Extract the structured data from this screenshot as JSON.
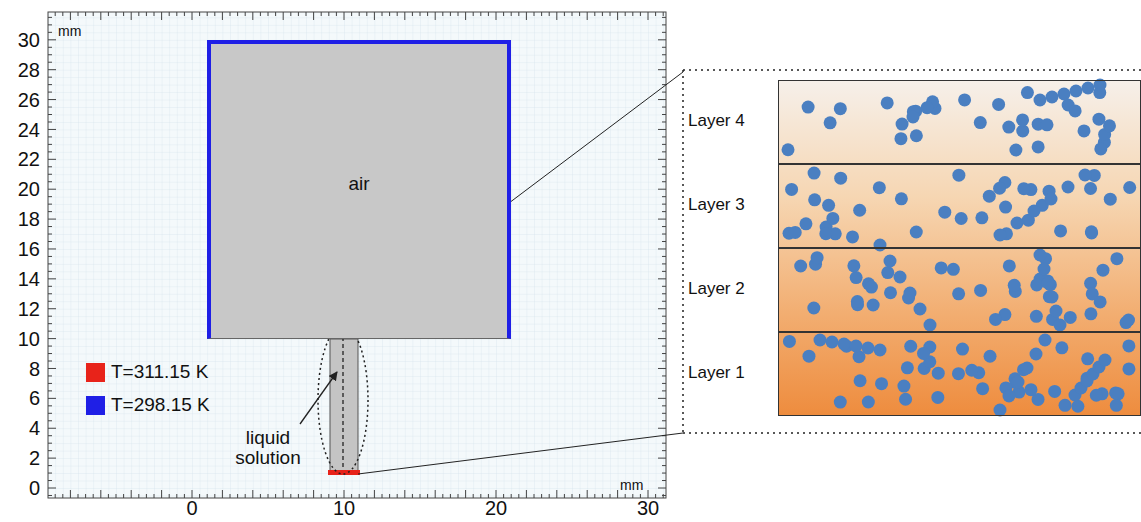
{
  "diagram": {
    "nodes": [
      {
        "text": [
          "air"
        ]
      },
      {
        "text": [
          "Layer 4"
        ]
      },
      {
        "text": [
          "Layer 3"
        ]
      },
      {
        "text": [
          "Layer 2"
        ]
      },
      {
        "text": [
          "Layer 1"
        ]
      }
    ],
    "labels": [
      "30",
      "28",
      "26",
      "24",
      "22",
      "20",
      "18",
      "16",
      "14",
      "12",
      "10",
      "8",
      "6",
      "4",
      "2",
      "0",
      "0",
      "10",
      "20",
      "30",
      "mm",
      "mm",
      "liquid solution"
    ],
    "legend": [
      {
        "text": "T=311.15 K",
        "color": "#e8231a"
      },
      {
        "text": "T=298.15 K",
        "color": "#1f1fe6"
      }
    ]
  }
}
